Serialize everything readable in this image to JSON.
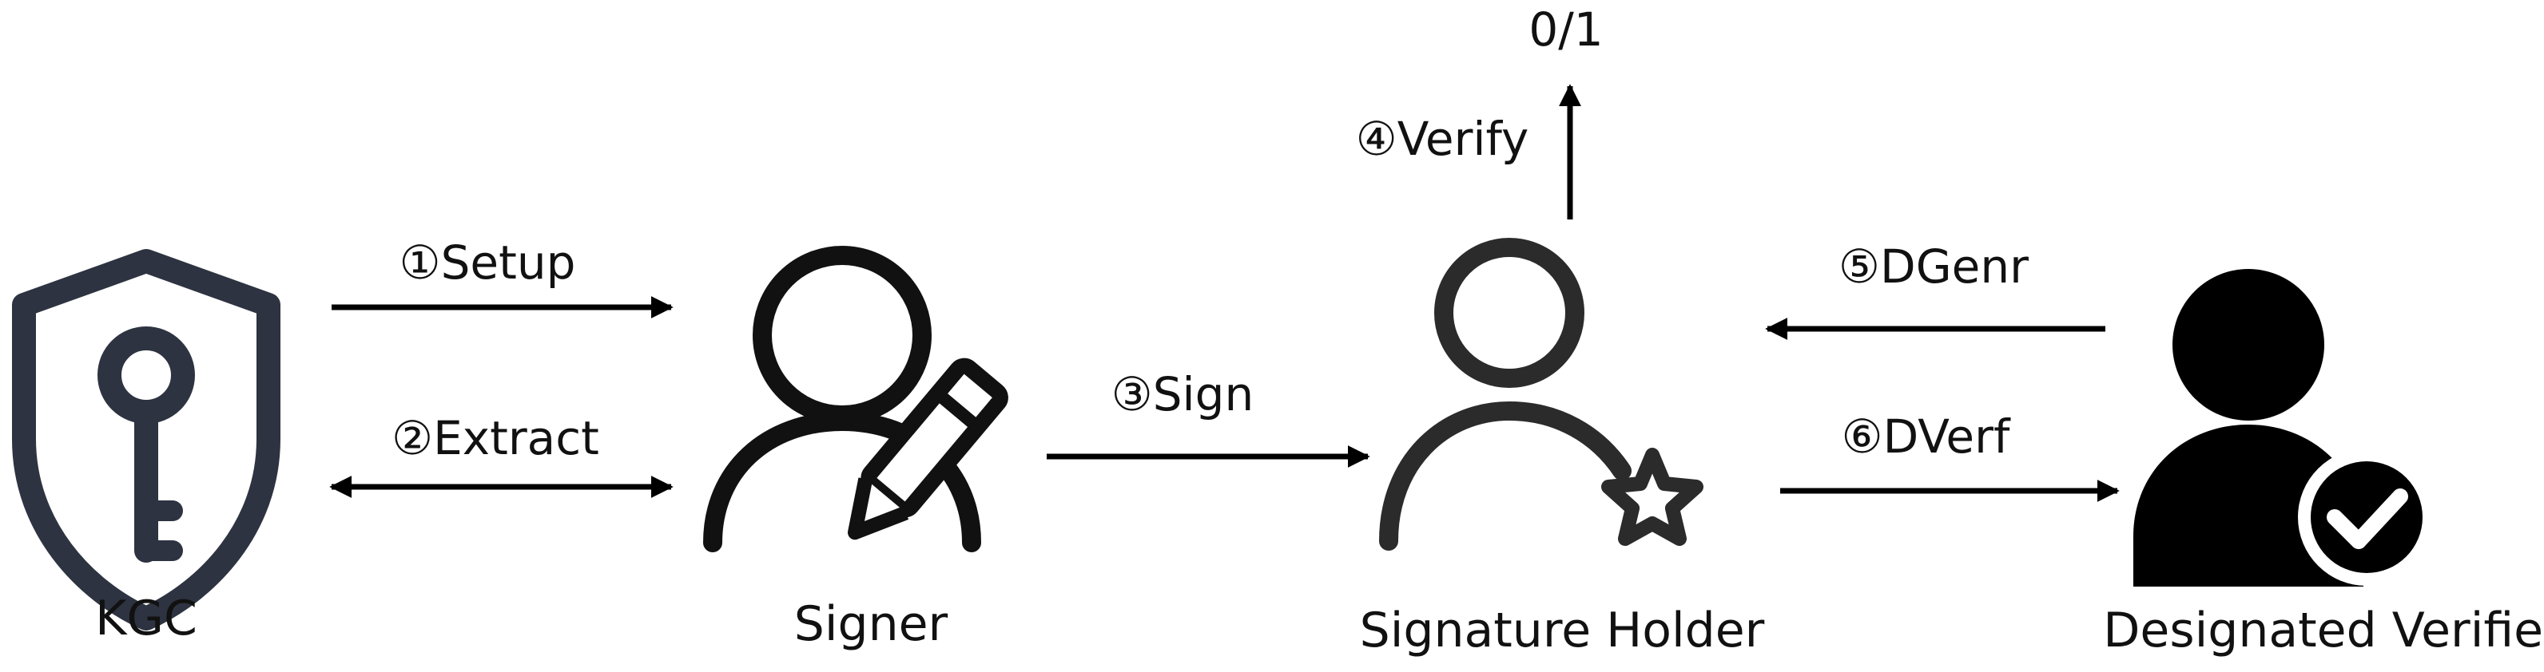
{
  "nodes": {
    "kgc": {
      "label": "KGC"
    },
    "signer": {
      "label": "Signer"
    },
    "holder": {
      "label": "Signature Holder"
    },
    "verifier": {
      "label": "Designated Verifier"
    }
  },
  "edges": {
    "setup": "①Setup",
    "extract": "②Extract",
    "sign": "③Sign",
    "verify": "④Verify",
    "dgenr": "⑤DGenr",
    "dverf": "⑥DVerf"
  },
  "output": "0/1",
  "colors": {
    "shield": "#2d3340",
    "stroke": "#111111",
    "holder_stroke": "#2b2b2b",
    "fill": "#000000"
  },
  "icons": {
    "kgc": "shield-key-icon",
    "signer": "person-pencil-icon",
    "holder": "person-star-icon",
    "verifier": "person-check-icon"
  }
}
